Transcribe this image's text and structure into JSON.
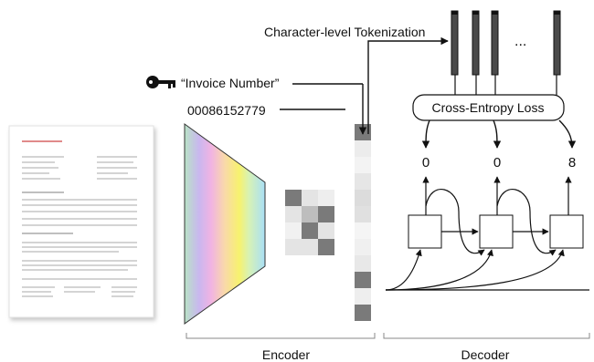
{
  "tokenization_label": "Character-level Tokenization",
  "query_label": "“Invoice Number”",
  "value_label": "00086152779",
  "loss_label": "Cross-Entropy Loss",
  "ellipsis": "...",
  "outputs": [
    "0",
    "0",
    "8"
  ],
  "encoder_label": "Encoder",
  "decoder_label": "Decoder",
  "colors": {
    "line": "#111111",
    "embed_gray": "#4a4a4a",
    "cell_dark": "#7a7a7a",
    "cell_mid": "#bdbdbd",
    "cell_light": "#e4e4e4"
  }
}
